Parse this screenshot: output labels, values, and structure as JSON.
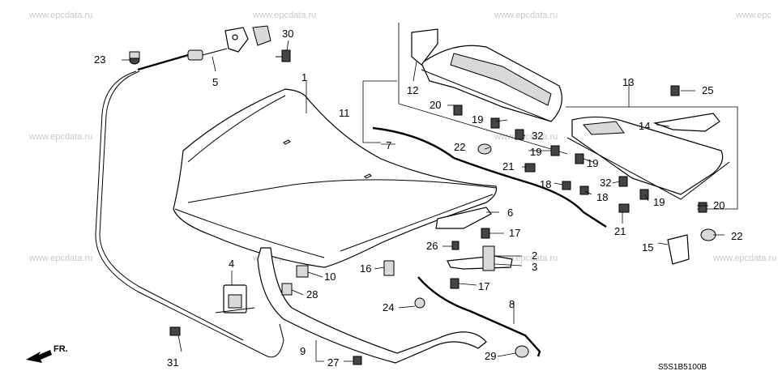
{
  "watermark": "www.epcdata.ru",
  "watermark_right_fragment": "www.epc",
  "diagram_code": "S5S1B5100B",
  "direction_label": "FR.",
  "callouts": {
    "c1": "1",
    "c2": "2",
    "c3": "3",
    "c4": "4",
    "c5": "5",
    "c6": "6",
    "c7": "7",
    "c8": "8",
    "c9": "9",
    "c10": "10",
    "c11": "11",
    "c12": "12",
    "c13": "13",
    "c14": "14",
    "c15": "15",
    "c16": "16",
    "c17a": "17",
    "c17b": "17",
    "c18a": "18",
    "c18b": "18",
    "c19a": "19",
    "c19b": "19",
    "c19c": "19",
    "c19d": "19",
    "c20a": "20",
    "c20b": "20",
    "c21a": "21",
    "c21b": "21",
    "c22a": "22",
    "c22b": "22",
    "c23": "23",
    "c24": "24",
    "c25": "25",
    "c26": "26",
    "c27": "27",
    "c28": "28",
    "c29": "29",
    "c30": "30",
    "c31": "31",
    "c32a": "32",
    "c32b": "32"
  }
}
